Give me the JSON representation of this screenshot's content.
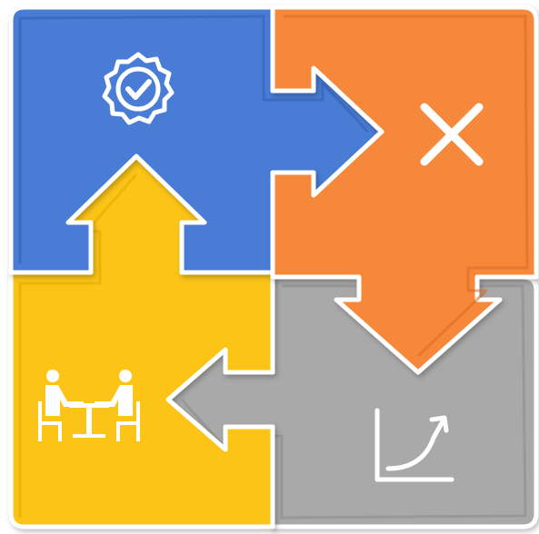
{
  "diagram": {
    "pieces": [
      {
        "id": "blue",
        "color": "#4a7bd4",
        "edge": "#2f5fb5",
        "icon": "badge-check-icon"
      },
      {
        "id": "orange",
        "color": "#f5883a",
        "edge": "#d96a1f",
        "icon": "close-x-icon"
      },
      {
        "id": "gray",
        "color": "#a9a9a9",
        "edge": "#8a8a8a",
        "icon": "growth-chart-icon"
      },
      {
        "id": "yellow",
        "color": "#fcc419",
        "edge": "#e0a800",
        "icon": "meeting-people-icon"
      }
    ]
  }
}
